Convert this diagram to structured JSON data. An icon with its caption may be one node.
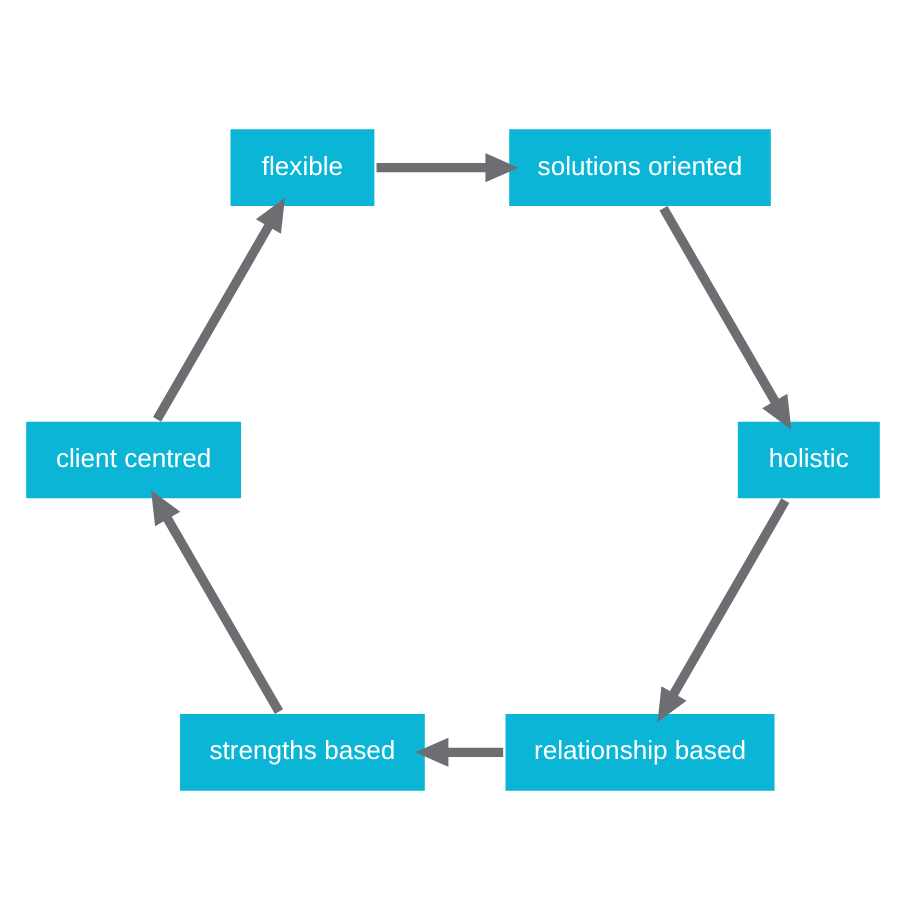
{
  "diagram": {
    "nodes": [
      {
        "text": [
          "relationship based"
        ]
      },
      {
        "text": [
          "strengths based"
        ]
      },
      {
        "text": [
          "holistic"
        ]
      },
      {
        "text": [
          "client centred"
        ]
      },
      {
        "text": [
          "solutions oriented"
        ]
      },
      {
        "text": [
          "flexible"
        ]
      }
    ],
    "edges": [
      {
        "from": 0,
        "to": 1,
        "arrow": "to"
      },
      {
        "from": 1,
        "to": 3,
        "arrow": "to"
      },
      {
        "from": 3,
        "to": 5,
        "arrow": "to"
      },
      {
        "from": 5,
        "to": 4,
        "arrow": "to"
      },
      {
        "from": 4,
        "to": 2,
        "arrow": "to"
      },
      {
        "from": 2,
        "to": 0,
        "arrow": "to"
      }
    ]
  }
}
